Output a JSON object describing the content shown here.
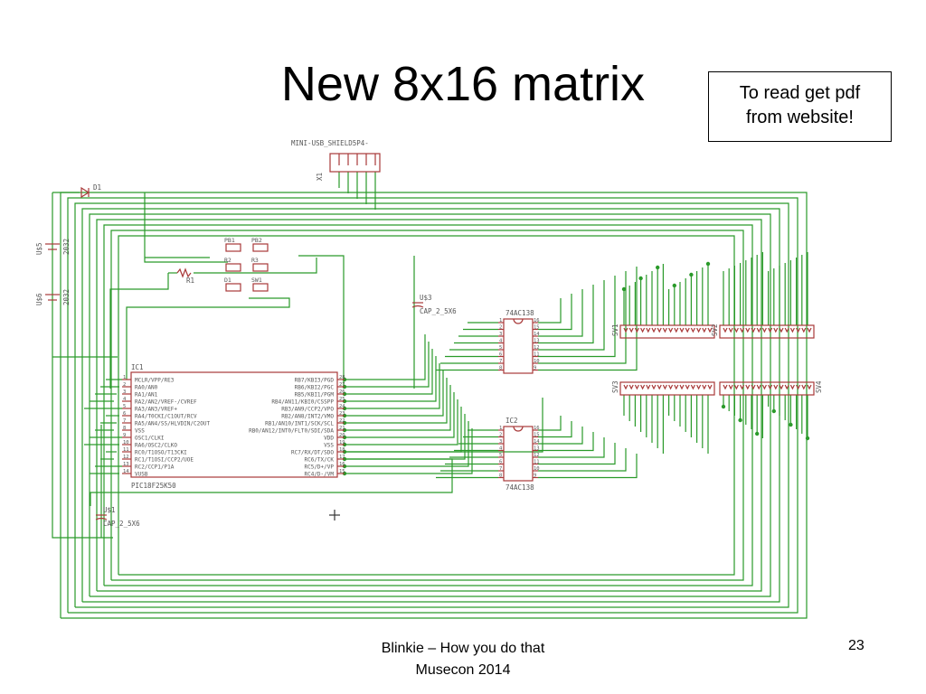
{
  "slide": {
    "title": "New 8x16 matrix",
    "note_line1": "To read get pdf",
    "note_line2": "from website!",
    "footer_line1": "Blinkie – How you do that",
    "footer_line2": "Musecon 2014",
    "page_number": "23"
  },
  "schematic": {
    "colors": {
      "wire": "#2a9a2a",
      "component": "#a83838",
      "text": "#555555"
    },
    "usb": {
      "name": "MINI-USB_SHIELD5P4-",
      "ref": "X1"
    },
    "diode": "D1",
    "resistor": "R1",
    "batteries": [
      {
        "ref": "U$5",
        "value": "2032"
      },
      {
        "ref": "U$6",
        "value": "2032"
      }
    ],
    "capacitors": [
      {
        "ref": "U$3",
        "value": "CAP_2_5X6"
      },
      {
        "ref": "U$1",
        "value": "CAP_2_5X6"
      }
    ],
    "small_parts": [
      "PB1",
      "PB2",
      "R2",
      "R3",
      "D1",
      "SW1"
    ],
    "mcu": {
      "ref": "IC1",
      "part": "PIC18F25K50",
      "left_pins": [
        "MCLR/VPP/RE3",
        "RA0/AN0",
        "RA1/AN1",
        "RA2/AN2/VREF-/CVREF",
        "RA3/AN3/VREF+",
        "RA4/T0CKI/C1OUT/RCV",
        "RA5/AN4/SS/HLVDIN/C2OUT",
        "VSS",
        "OSC1/CLKI",
        "RA6/OSC2/CLKO",
        "RC0/T1OSO/T13CKI",
        "RC1/T1OSI/CCP2/UOE",
        "RC2/CCP1/P1A",
        "VUSB"
      ],
      "left_nums": [
        "1",
        "2",
        "3",
        "4",
        "5",
        "6",
        "7",
        "8",
        "9",
        "10",
        "11",
        "12",
        "13",
        "14"
      ],
      "right_pins": [
        "RB7/KBI3/PGD",
        "RB6/KBI2/PGC",
        "RB5/KBI1/PGM",
        "RB4/AN11/KBI0/CSSPP",
        "RB3/AN9/CCP2/VPO",
        "RB2/AN8/INT2/VMO",
        "RB1/AN10/INT1/SCK/SCL",
        "RB0/AN12/INT0/FLT0/SDI/SDA",
        "VDD",
        "VSS",
        "RC7/RX/DT/SDO",
        "RC6/TX/CK",
        "RC5/D+/VP",
        "RC4/D-/VM"
      ],
      "right_nums": [
        "28",
        "27",
        "26",
        "25",
        "24",
        "23",
        "22",
        "21",
        "20",
        "19",
        "18",
        "17",
        "16",
        "15"
      ]
    },
    "decoders": [
      {
        "ref": "74AC138",
        "top_label": "74AC138",
        "bottom_label": ""
      },
      {
        "ref": "IC2",
        "top_label": "IC2",
        "bottom_label": "74AC138"
      }
    ],
    "headers": {
      "top_left": "SV1",
      "top_right": "SV2",
      "bottom_left": "SV3",
      "bottom_right": "SV4"
    }
  }
}
